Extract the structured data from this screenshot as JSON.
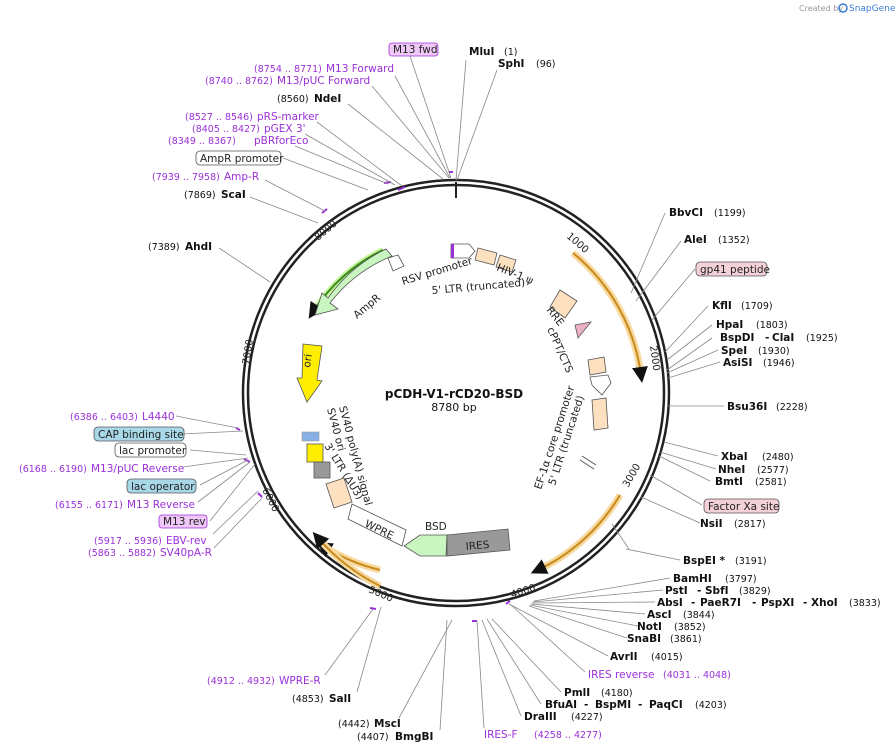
{
  "header": {
    "created_by": "Created by",
    "brand": "SnapGene"
  },
  "plasmid": {
    "name": "pCDH-V1-rCD20-BSD",
    "length": "8780 bp"
  },
  "ticks": [
    "1000",
    "2000",
    "3000",
    "4000",
    "5000",
    "6000",
    "7000",
    "8000"
  ],
  "enzymes": [
    {
      "name": "MluI",
      "pos": "(1)"
    },
    {
      "name": "SphI",
      "pos": "(96)"
    },
    {
      "name": "BbvCI",
      "pos": "(1199)"
    },
    {
      "name": "AleI",
      "pos": "(1352)"
    },
    {
      "name": "KflI",
      "pos": "(1709)"
    },
    {
      "name": "HpaI",
      "pos": "(1803)"
    },
    {
      "name": "BspDI",
      "pos": "(1925)"
    },
    {
      "name": "ClaI",
      "pos": ""
    },
    {
      "name": "SpeI",
      "pos": "(1930)"
    },
    {
      "name": "AsiSI",
      "pos": "(1946)"
    },
    {
      "name": "Bsu36I",
      "pos": "(2228)"
    },
    {
      "name": "XbaI",
      "pos": "(2480)"
    },
    {
      "name": "NheI",
      "pos": "(2577)"
    },
    {
      "name": "BmtI",
      "pos": "(2581)"
    },
    {
      "name": "NsiI",
      "pos": "(2817)"
    },
    {
      "name": "BspEI *",
      "pos": "(3191)"
    },
    {
      "name": "BamHI",
      "pos": "(3797)"
    },
    {
      "name": "PstI",
      "pos": ""
    },
    {
      "name": "SbfI",
      "pos": "(3829)"
    },
    {
      "name": "AbsI",
      "pos": ""
    },
    {
      "name": "PaeR7I",
      "pos": ""
    },
    {
      "name": "PspXI",
      "pos": ""
    },
    {
      "name": "XhoI",
      "pos": "(3833)"
    },
    {
      "name": "AscI",
      "pos": "(3844)"
    },
    {
      "name": "NotI",
      "pos": "(3852)"
    },
    {
      "name": "SnaBI",
      "pos": "(3861)"
    },
    {
      "name": "AvrII",
      "pos": "(4015)"
    },
    {
      "name": "PmlI",
      "pos": "(4180)"
    },
    {
      "name": "BfuAI",
      "pos": ""
    },
    {
      "name": "BspMI",
      "pos": ""
    },
    {
      "name": "PaqCI",
      "pos": "(4203)"
    },
    {
      "name": "DraIII",
      "pos": "(4227)"
    },
    {
      "name": "MscI",
      "pos": "(4442)"
    },
    {
      "name": "BmgBI",
      "pos": "(4407)"
    },
    {
      "name": "SalI",
      "pos": "(4853)"
    },
    {
      "name": "AhdI",
      "pos": "(7389)"
    },
    {
      "name": "ScaI",
      "pos": "(7869)"
    },
    {
      "name": "NdeI",
      "pos": "(8560)"
    }
  ],
  "primers": [
    {
      "name": "M13 fwd",
      "pos": ""
    },
    {
      "name": "M13 Forward",
      "pos": "(8754 .. 8771)"
    },
    {
      "name": "M13/pUC Forward",
      "pos": "(8740 .. 8762)"
    },
    {
      "name": "pRS-marker",
      "pos": "(8527 .. 8546)"
    },
    {
      "name": "pGEX 3'",
      "pos": "(8405 .. 8427)"
    },
    {
      "name": "pBRforEco",
      "pos": "(8349 .. 8367)"
    },
    {
      "name": "Amp-R",
      "pos": "(7939 .. 7958)"
    },
    {
      "name": "L4440",
      "pos": "(6386 .. 6403)"
    },
    {
      "name": "M13/pUC Reverse",
      "pos": "(6168 .. 6190)"
    },
    {
      "name": "M13 Reverse",
      "pos": "(6155 .. 6171)"
    },
    {
      "name": "M13 rev",
      "pos": ""
    },
    {
      "name": "EBV-rev",
      "pos": "(5917 .. 5936)"
    },
    {
      "name": "SV40pA-R",
      "pos": "(5863 .. 5882)"
    },
    {
      "name": "WPRE-R",
      "pos": "(4912 .. 4932)"
    },
    {
      "name": "IRES-F",
      "pos": "(4258 .. 4277)"
    },
    {
      "name": "IRES reverse",
      "pos": "(4031 .. 4048)"
    }
  ],
  "boxed_features": [
    {
      "name": "AmpR promoter"
    },
    {
      "name": "gp41 peptide"
    },
    {
      "name": "Factor Xa site"
    },
    {
      "name": "CAP binding site"
    },
    {
      "name": "lac promoter"
    },
    {
      "name": "lac operator"
    }
  ],
  "inner_features": [
    {
      "name": "RSV promoter"
    },
    {
      "name": "5' LTR (truncated)"
    },
    {
      "name": "HIV-1 ψ"
    },
    {
      "name": "RRE"
    },
    {
      "name": "cPPT/CTS"
    },
    {
      "name": "EF-1α core promoter"
    },
    {
      "name": "5' LTR (truncated)"
    },
    {
      "name": "AmpR"
    },
    {
      "name": "ori"
    },
    {
      "name": "SV40 poly(A) signal"
    },
    {
      "name": "SV40 ori"
    },
    {
      "name": "3' LTR (ΔU3)"
    },
    {
      "name": "WPRE"
    },
    {
      "name": "BSD"
    },
    {
      "name": "IRES"
    }
  ],
  "colors": {
    "ring": "#222222",
    "primer": "#9b30d9",
    "orf_gold": "#f0b040",
    "amp_green": "#3a8a1a",
    "promoter": "#ffffff",
    "misc": "#fde0c0",
    "ori": "#ffee00",
    "ires": "#999999",
    "bsd": "#c8f5c0",
    "gp41_bg": "#f4d0d8",
    "cap_bg": "#a8d8e8"
  }
}
